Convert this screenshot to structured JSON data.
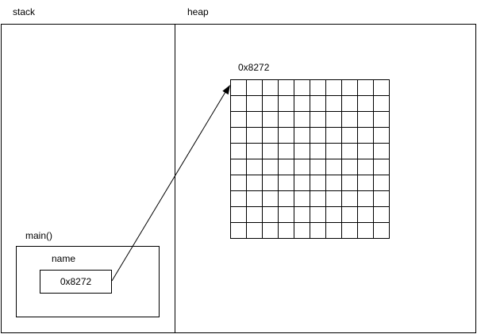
{
  "stack": {
    "title": "stack",
    "frame": {
      "name": "main()",
      "variable": {
        "label": "name",
        "value": "0x8272"
      }
    }
  },
  "heap": {
    "title": "heap",
    "block": {
      "address": "0x8272",
      "rows": 10,
      "cols": 10
    }
  },
  "colors": {
    "stroke": "#000000",
    "background": "#ffffff"
  }
}
